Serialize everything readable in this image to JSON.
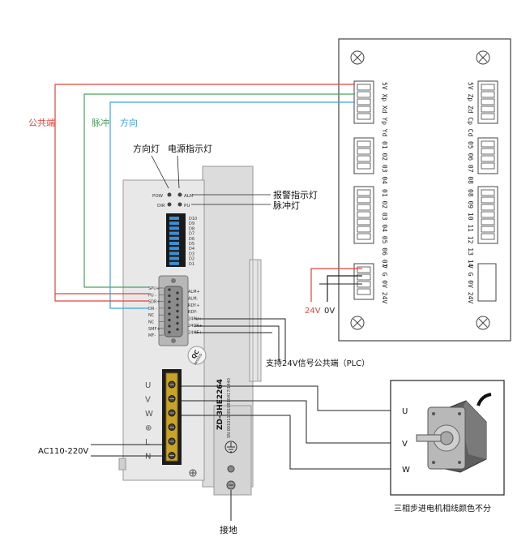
{
  "annotations": {
    "direction_lamp": "方向灯",
    "power_lamp": "电源指示灯",
    "alarm_lamp": "报警指示灯",
    "pulse_lamp": "脉冲灯",
    "common_terminal": "公共端",
    "pulse": "脉冲",
    "direction": "方向",
    "plc_24v": "支持24V信号公共端（PLC）",
    "ac_input": "AC110-220V",
    "ground": "接地",
    "motor_note": "三相步进电机相线颜色不分",
    "v24": "24V",
    "v0": "0V",
    "motor_u": "U",
    "motor_v": "V",
    "motor_w": "W"
  },
  "driver": {
    "model": "ZD-3HE2264",
    "serial": "SN:0010110810810417/1440",
    "qc": "QC",
    "qc_sub": "PASSED",
    "led_labels": {
      "pow": "POW",
      "alm": "ALM",
      "dir": "DIR",
      "pu": "PU"
    },
    "dip_labels": [
      "D10",
      "D9",
      "D8",
      "D7",
      "D6",
      "D5",
      "D4",
      "D3",
      "D2",
      "D1"
    ],
    "left_signals": [
      "SPU+",
      "PU -",
      "SDR+",
      "DR -",
      "NC",
      "NC",
      "SMF+",
      "MF-"
    ],
    "right_signals": [
      "ALM+",
      "ALM-",
      "RDY+",
      "RDY-",
      "24PU+",
      "24DR+",
      "24MF+"
    ],
    "power_terminals": [
      "U",
      "V",
      "W",
      "⊕",
      "L",
      "N"
    ]
  },
  "board": {
    "group1_left": "5V Xp Xd Yp Yd",
    "group1_right": "5V Zp Zd Cp Cd",
    "group2_left": "01 02 03 04",
    "group2_right": "05 06 07 08",
    "group3_left": "01 02 03 04 05 06 07",
    "group3_right": "08 09 10 11 12 13 14",
    "group4_left": "V  G  0V 24V",
    "group4_right": "V  G  0V 24V"
  },
  "colors": {
    "red_wire": "#e0433a",
    "green_wire": "#4aa25c",
    "blue_wire": "#3aa3dd",
    "black_wire": "#222222"
  }
}
